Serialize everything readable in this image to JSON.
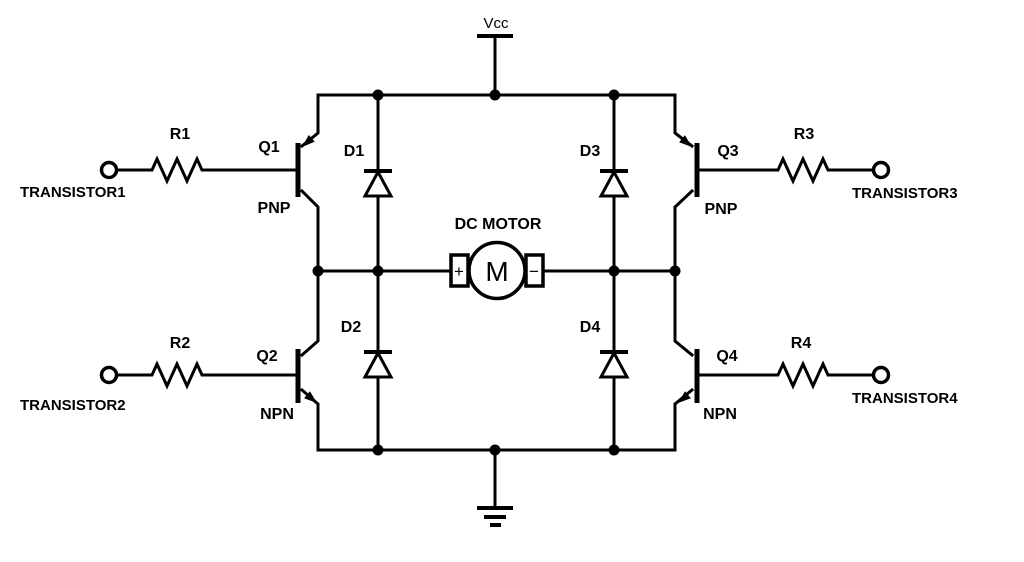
{
  "schematic": {
    "power": {
      "vcc_label": "Vcc"
    },
    "motor": {
      "label": "DC MOTOR",
      "letter": "M",
      "plus": "+",
      "minus": "−"
    },
    "transistors": [
      {
        "ref": "Q1",
        "type": "PNP",
        "resistor": "R1",
        "input": "TRANSISTOR1"
      },
      {
        "ref": "Q2",
        "type": "NPN",
        "resistor": "R2",
        "input": "TRANSISTOR2"
      },
      {
        "ref": "Q3",
        "type": "PNP",
        "resistor": "R3",
        "input": "TRANSISTOR3"
      },
      {
        "ref": "Q4",
        "type": "NPN",
        "resistor": "R4",
        "input": "TRANSISTOR4"
      }
    ],
    "diodes": [
      {
        "ref": "D1"
      },
      {
        "ref": "D2"
      },
      {
        "ref": "D3"
      },
      {
        "ref": "D4"
      }
    ],
    "colors": {
      "stroke": "#000000",
      "background": "#ffffff"
    }
  }
}
